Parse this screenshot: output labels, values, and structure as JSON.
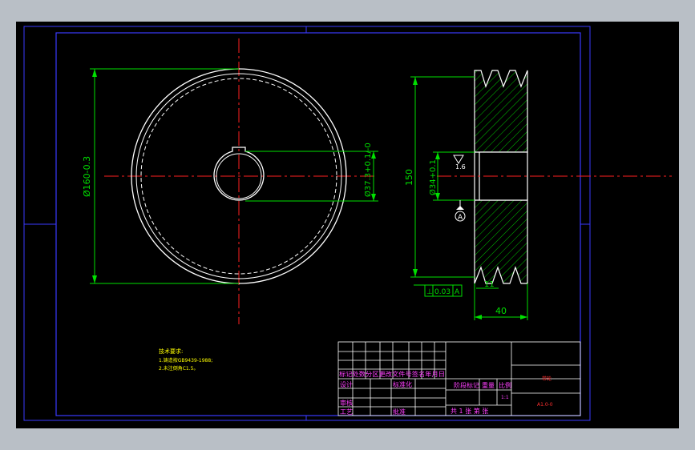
{
  "colors": {
    "window_bg": "#b9bfc6",
    "canvas_bg": "#000000",
    "border": "#2a2aff",
    "outline": "#ffffff",
    "center_line": "#ff2020",
    "dimension": "#00e000",
    "hatch": "#00c000",
    "table_text": "#ff40ff",
    "notes_text": "#ffff00",
    "title_text": "#ff3030"
  },
  "front_view": {
    "outer_diameter_label": "Ø160-0.3",
    "bore_diameter_label": "Ø37.3+0.1/-0"
  },
  "section_view": {
    "height_label": "150",
    "groove_label": "11",
    "width_label": "40",
    "shaft_diameter_label": "Ø34+0.1",
    "datum_label": "A",
    "flatness_symbol": "⊥",
    "tolerance_value": "0.03",
    "tolerance_datum": "A",
    "roughness_value": "1.6"
  },
  "notes": {
    "heading": "技术要求:",
    "lines": [
      "1.铸造按GB9439-1988;",
      "2.未注倒角C1.5。"
    ]
  },
  "title_block": {
    "header_row": "标记处数分区更改文件号签名年月日",
    "design_label": "设计",
    "standardization_label": "标准化",
    "review_label": "审核",
    "process_label": "工艺",
    "approve_label": "批准",
    "stage_label": "阶段标记",
    "weight_label": "重量",
    "scale_label": "比例",
    "scale_value": "1:1",
    "sheets_label": "共 1 张 第 张",
    "part_name": "带轮",
    "drawing_number": "A1.0-0"
  }
}
